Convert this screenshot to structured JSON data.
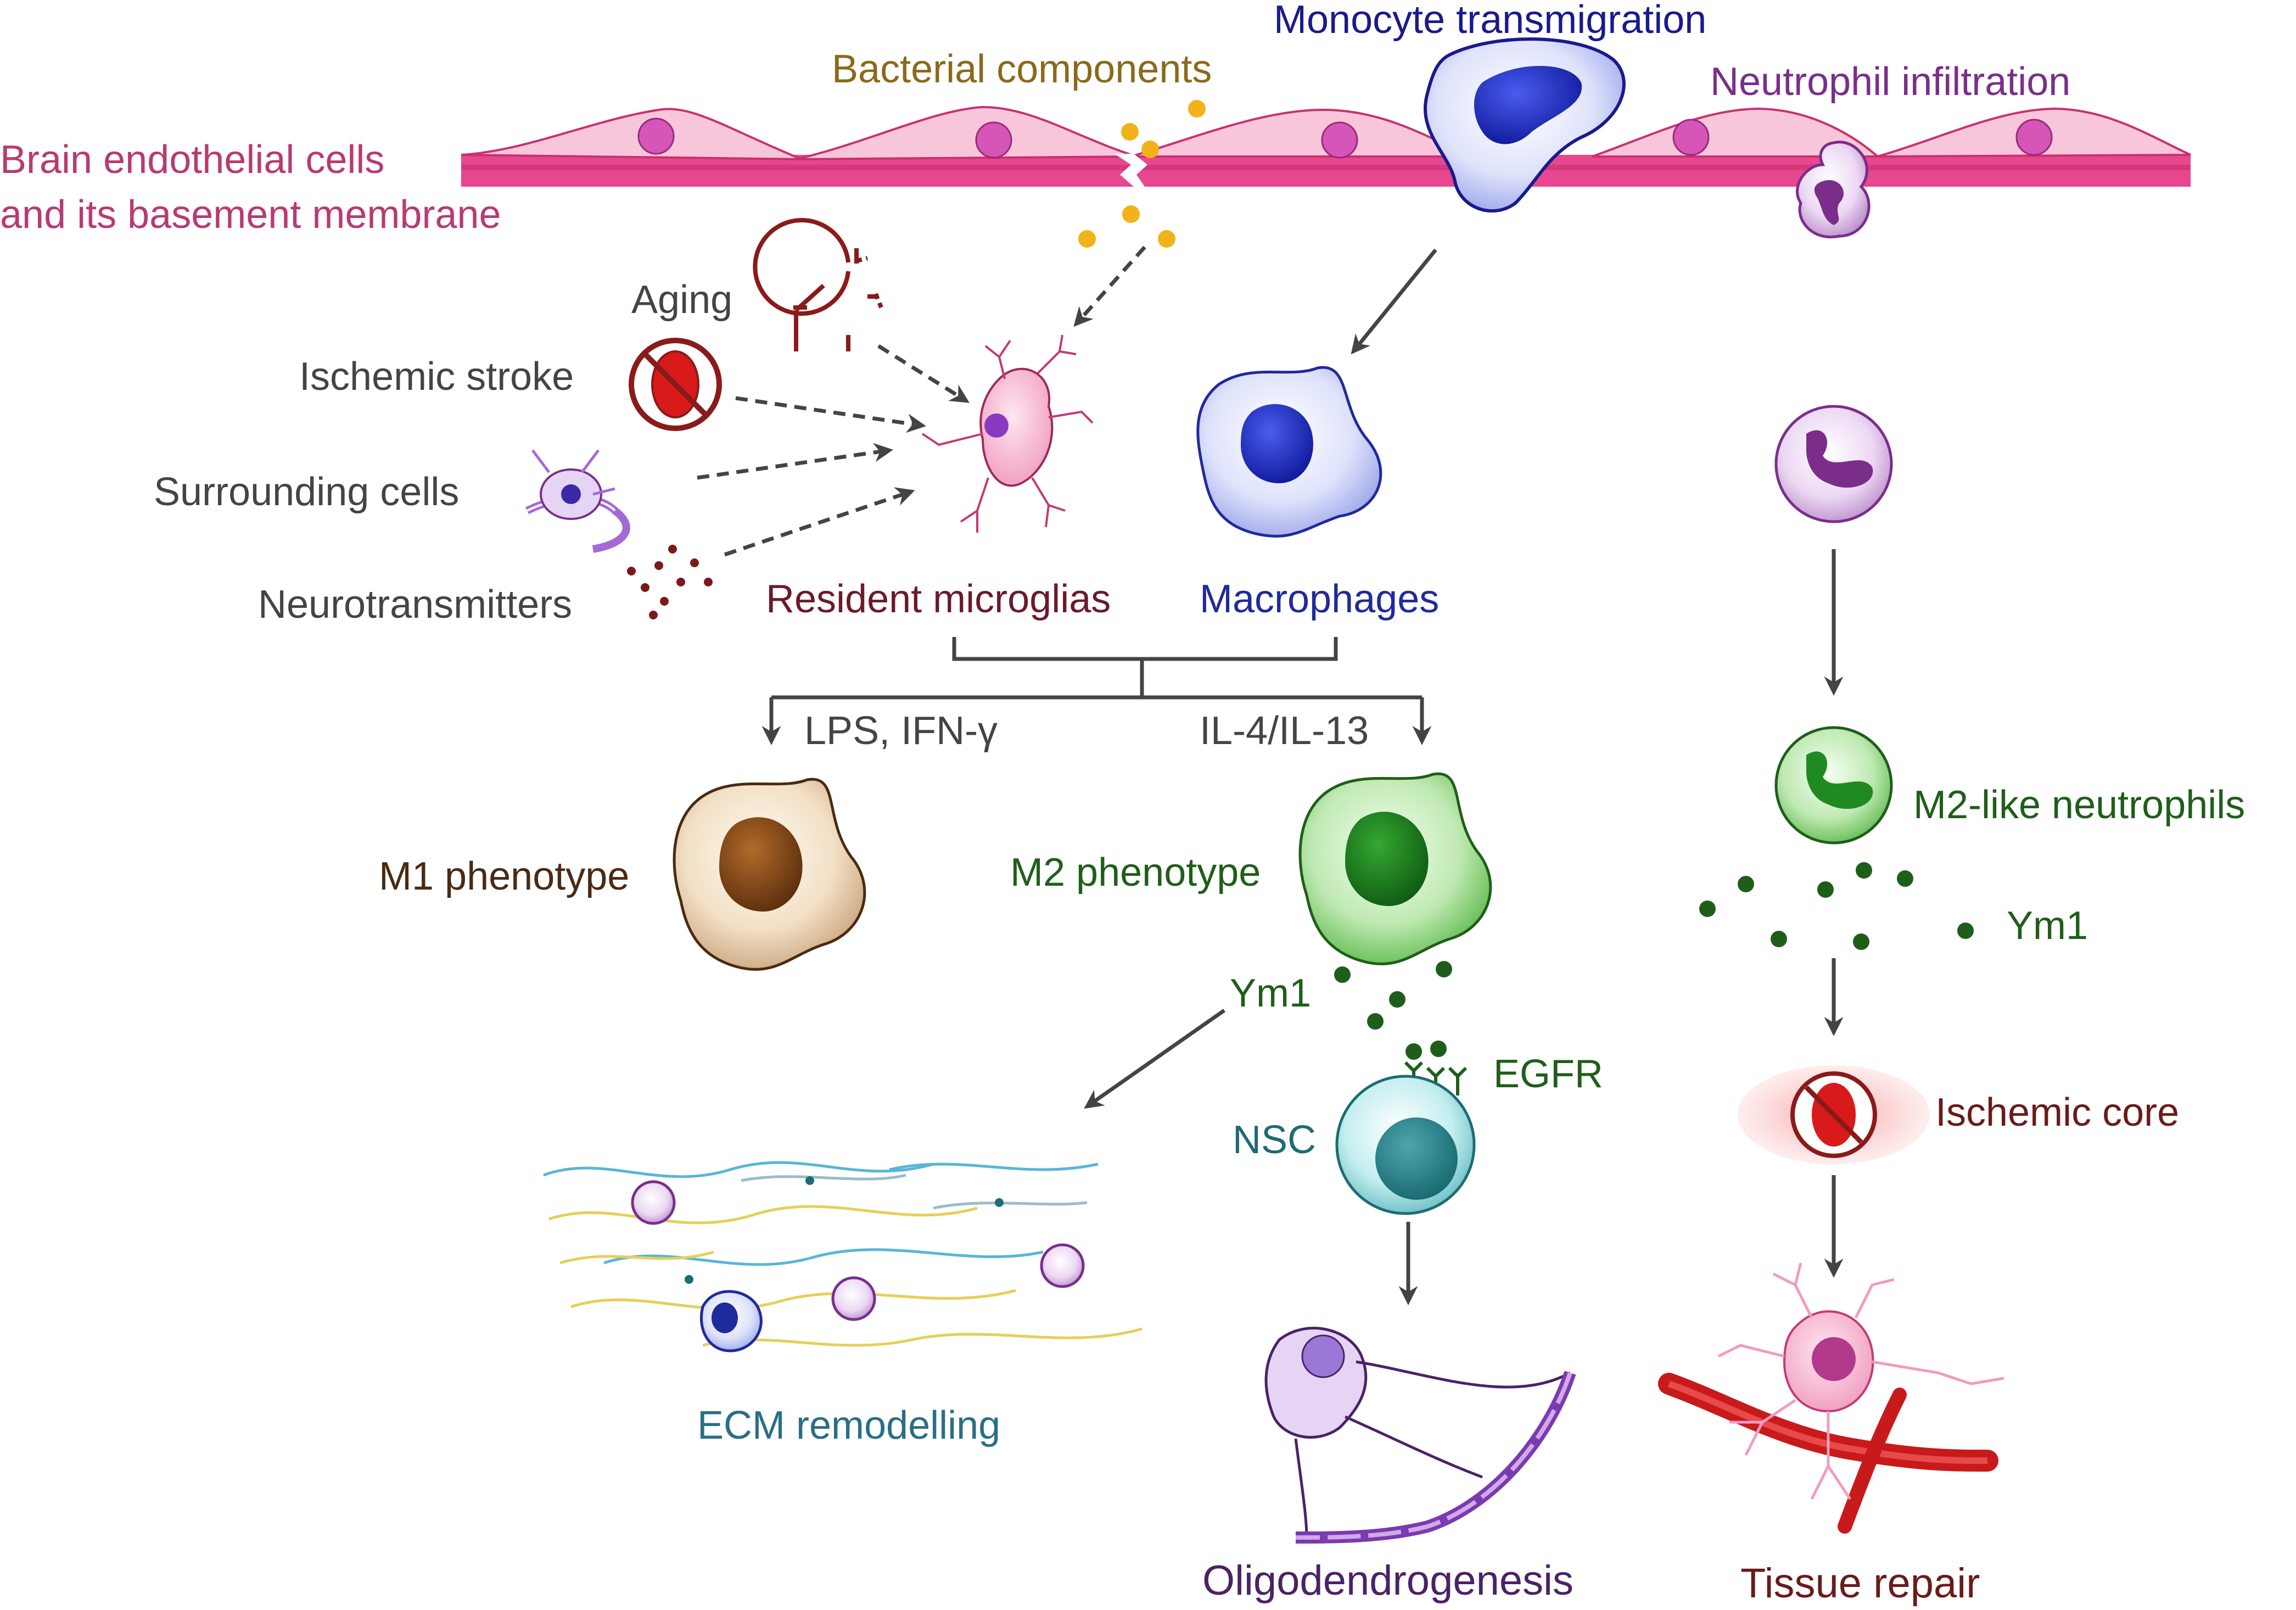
{
  "labels": {
    "endothelial_line1": "Brain endothelial cells",
    "endothelial_line2": "and its basement membrane",
    "bacterial": "Bacterial components",
    "monocyte": "Monocyte transmigration",
    "neutrophil_infiltration": "Neutrophil infiltration",
    "aging": "Aging",
    "ischemic_stroke": "Ischemic stroke",
    "surrounding": "Surrounding cells",
    "neurotransmitters": "Neurotransmitters",
    "resident_microglias": "Resident microglias",
    "macrophages": "Macrophages",
    "lps": "LPS, IFN-γ",
    "il4": "IL-4/IL-13",
    "m1": "M1 phenotype",
    "m2": "M2 phenotype",
    "ym1_left": "Ym1",
    "egfr": "EGFR",
    "nsc": "NSC",
    "ecm": "ECM remodelling",
    "oligo": "Oligodendrogenesis",
    "m2_neutrophils": "M2-like neutrophils",
    "ym1_right": "Ym1",
    "ischemic_core": "Ischemic core",
    "tissue_repair": "Tissue repair"
  },
  "colors": {
    "endothelial": "#b83a73",
    "bacterial": "#8a6a1a",
    "monocyte": "#1a1a8c",
    "neutrophil": "#7a2e8a",
    "grey_text": "#444444",
    "microglia": "#6b1a2a",
    "macrophage": "#1f2a9c",
    "m1": "#4a2a12",
    "green": "#1f5e1a",
    "nsc": "#1e6b72",
    "ecm": "#2a6e86",
    "oligo": "#4a2266",
    "ischemic": "#6b1a1a",
    "tissue": "#6b1a1a",
    "arrow": "#444444",
    "yellow_dot": "#f2b21a",
    "green_dot": "#1f5e1a",
    "brown_dot": "#7a1a1a"
  }
}
